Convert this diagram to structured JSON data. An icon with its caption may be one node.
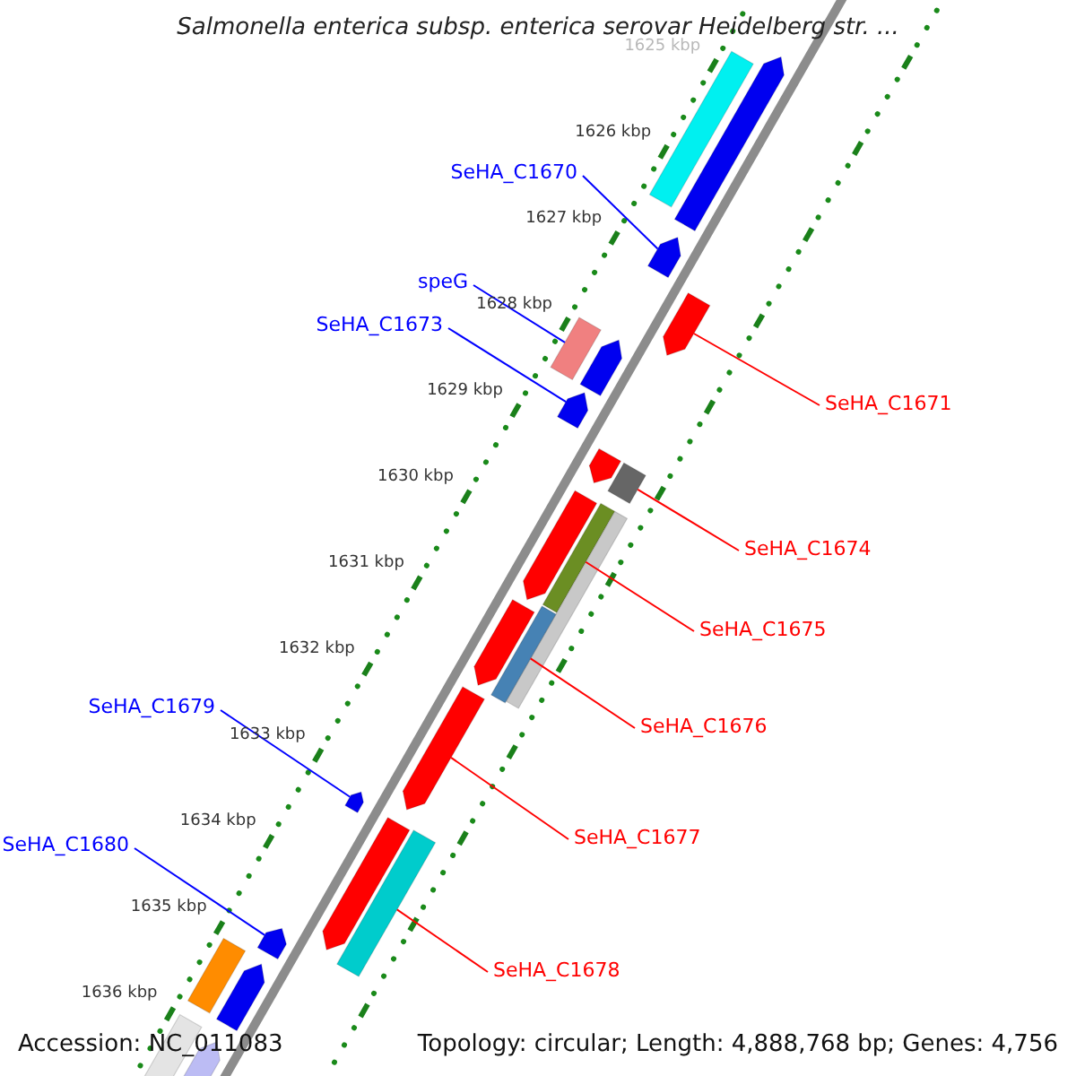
{
  "diagram": {
    "title": "Salmonella enterica subsp. enterica serovar Heidelberg str. ...",
    "nodes": [
      {
        "text": [
          "SeHA_C1670"
        ]
      },
      {
        "text": [
          "speG"
        ]
      },
      {
        "text": [
          "SeHA_C1673"
        ]
      },
      {
        "text": [
          "SeHA_C1671"
        ]
      },
      {
        "text": [
          "SeHA_C1674"
        ]
      },
      {
        "text": [
          "SeHA_C1675"
        ]
      },
      {
        "text": [
          "SeHA_C1676"
        ]
      },
      {
        "text": [
          "SeHA_C1679"
        ]
      },
      {
        "text": [
          "SeHA_C1677"
        ]
      },
      {
        "text": [
          "SeHA_C1680"
        ]
      },
      {
        "text": [
          "SeHA_C1678"
        ]
      },
      {
        "text": [],
        "shape": "bar"
      },
      {
        "text": [],
        "shape": "pentagon"
      },
      {
        "text": [],
        "shape": "pentagon"
      },
      {
        "text": [],
        "shape": "pentagon"
      },
      {
        "text": [],
        "shape": "bar"
      },
      {
        "text": [],
        "shape": "pentagon"
      },
      {
        "text": [],
        "shape": "pentagon"
      },
      {
        "text": [],
        "shape": "pentagon"
      },
      {
        "text": [],
        "shape": "bar"
      },
      {
        "text": [],
        "shape": "pentagon"
      },
      {
        "text": [],
        "shape": "bar"
      },
      {
        "text": [],
        "shape": "bar"
      },
      {
        "text": [],
        "shape": "pentagon"
      },
      {
        "text": [],
        "shape": "bar"
      },
      {
        "text": [],
        "shape": "pentagon"
      },
      {
        "text": [],
        "shape": "pentagon"
      },
      {
        "text": [],
        "shape": "pentagon"
      },
      {
        "text": [],
        "shape": "bar"
      },
      {
        "text": [],
        "shape": "pentagon"
      },
      {
        "text": [],
        "shape": "bar"
      },
      {
        "text": [],
        "shape": "pentagon"
      },
      {
        "text": [],
        "shape": "bar"
      },
      {
        "text": [],
        "shape": "pentagon"
      }
    ],
    "edges": [
      {
        "from": 0,
        "to": 13,
        "arrow": "none",
        "color": "#0000ff"
      },
      {
        "from": 1,
        "to": 15,
        "arrow": "none",
        "color": "#0000ff"
      },
      {
        "from": 2,
        "to": 17,
        "arrow": "none",
        "color": "#0000ff"
      },
      {
        "from": 3,
        "to": 14,
        "arrow": "none"
      },
      {
        "from": 4,
        "to": 19,
        "arrow": "none"
      },
      {
        "from": 5,
        "to": 21,
        "arrow": "none"
      },
      {
        "from": 6,
        "to": 24,
        "arrow": "none"
      },
      {
        "from": 7,
        "to": 26,
        "arrow": "none",
        "color": "#0000ff"
      },
      {
        "from": 8,
        "to": 25,
        "arrow": "none"
      },
      {
        "from": 9,
        "to": 29,
        "arrow": "none",
        "color": "#0000ff"
      },
      {
        "from": 10,
        "to": 28,
        "arrow": "none"
      }
    ],
    "labels": [
      "1625 kbp",
      "1626 kbp",
      "1627 kbp",
      "1628 kbp",
      "1629 kbp",
      "1630 kbp",
      "1631 kbp",
      "1632 kbp",
      "1633 kbp",
      "1634 kbp",
      "1635 kbp",
      "1636 kbp",
      "Accession: NC_011083",
      "Topology: circular; Length: 4,888,768 bp; Genes: 4,756"
    ]
  }
}
